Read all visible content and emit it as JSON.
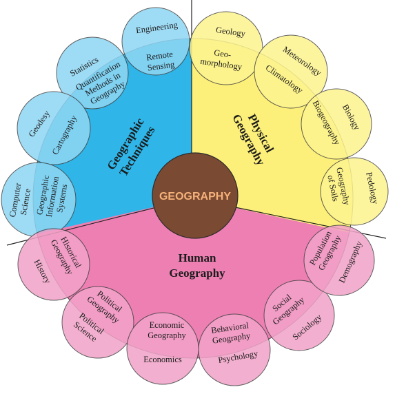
{
  "center": {
    "label": "GEOGRAPHY"
  },
  "colors": {
    "techniques_sector": "#2fb5e8",
    "techniques_circle": "#8fd6f3",
    "physical_sector": "#fdf07a",
    "physical_circle": "#fdf48f",
    "human_sector": "#ee7fb3",
    "human_circle": "#f2a3c8",
    "center_fill": "#7a4a32",
    "center_text": "#f6b27a",
    "outline": "#444444"
  },
  "sectors": {
    "techniques": {
      "title_lines": [
        "Geographic",
        "Techniques"
      ]
    },
    "physical": {
      "title_lines": [
        "Physical",
        "Geography"
      ]
    },
    "human": {
      "title_lines": [
        "Human",
        "Geography"
      ]
    }
  },
  "petals": {
    "engineering": {
      "outer": [
        "Engineering"
      ],
      "inner": [
        "Remote",
        "Sensing"
      ]
    },
    "statistics": {
      "outer": [
        "Statistics"
      ],
      "inner": [
        "Quantification",
        "Methods in",
        "Geography"
      ]
    },
    "geodesy": {
      "outer": [
        "Geodesy"
      ],
      "inner": [
        "Cartography"
      ]
    },
    "computer_science": {
      "outer": [
        "Computer",
        "Science"
      ],
      "inner": [
        "Geographic",
        "Information",
        "Systems"
      ]
    },
    "geology": {
      "outer": [
        "Geology"
      ],
      "inner": [
        "Geo-",
        "morphology"
      ]
    },
    "meteorology": {
      "outer": [
        "Meteorology"
      ],
      "inner": [
        "Climatology"
      ]
    },
    "biology": {
      "outer": [
        "Biology"
      ],
      "inner": [
        "Biogeography"
      ]
    },
    "pedology": {
      "outer": [
        "Pedology"
      ],
      "inner": [
        "Geography",
        "of Soils"
      ]
    },
    "history": {
      "outer": [
        "History"
      ],
      "inner": [
        "Historical",
        "Geography"
      ]
    },
    "political_science": {
      "outer": [
        "Political",
        "Science"
      ],
      "inner": [
        "Political",
        "Geography"
      ]
    },
    "economics": {
      "outer": [
        "Economics"
      ],
      "inner": [
        "Economic",
        "Geography"
      ]
    },
    "psychology": {
      "outer": [
        "Psychology"
      ],
      "inner": [
        "Behavioral",
        "Geography"
      ]
    },
    "sociology": {
      "outer": [
        "Sociology"
      ],
      "inner": [
        "Social",
        "Geography"
      ]
    },
    "demography": {
      "outer": [
        "Demography"
      ],
      "inner": [
        "Population",
        "Geography"
      ]
    }
  }
}
